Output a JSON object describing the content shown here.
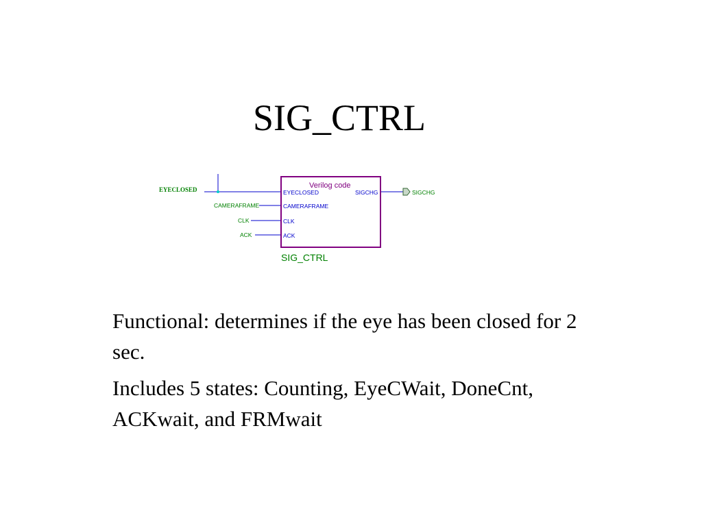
{
  "slide": {
    "title": "SIG_CTRL",
    "paragraphs": [
      "Functional: determines if the eye has been closed for 2 sec.",
      "Includes 5 states: Counting, EyeCWait, DoneCnt, ACKwait, and FRMwait"
    ]
  },
  "schematic": {
    "block_caption": "Verilog code",
    "block_name": "SIG_CTRL",
    "input_ports": [
      "EYECLOSED",
      "CAMERAFRAME",
      "CLK",
      "ACK"
    ],
    "output_ports": [
      "SIGCHG"
    ],
    "input_nets": [
      "EYECLOSED",
      "CAMERAFRAME",
      "CLK",
      "ACK"
    ],
    "output_nets": [
      "SIGCHG"
    ],
    "colors": {
      "block_border": "#800080",
      "port_label": "#0000cc",
      "net_label": "#008000",
      "wire": "#0000cc",
      "junction": "#00cccc"
    }
  }
}
